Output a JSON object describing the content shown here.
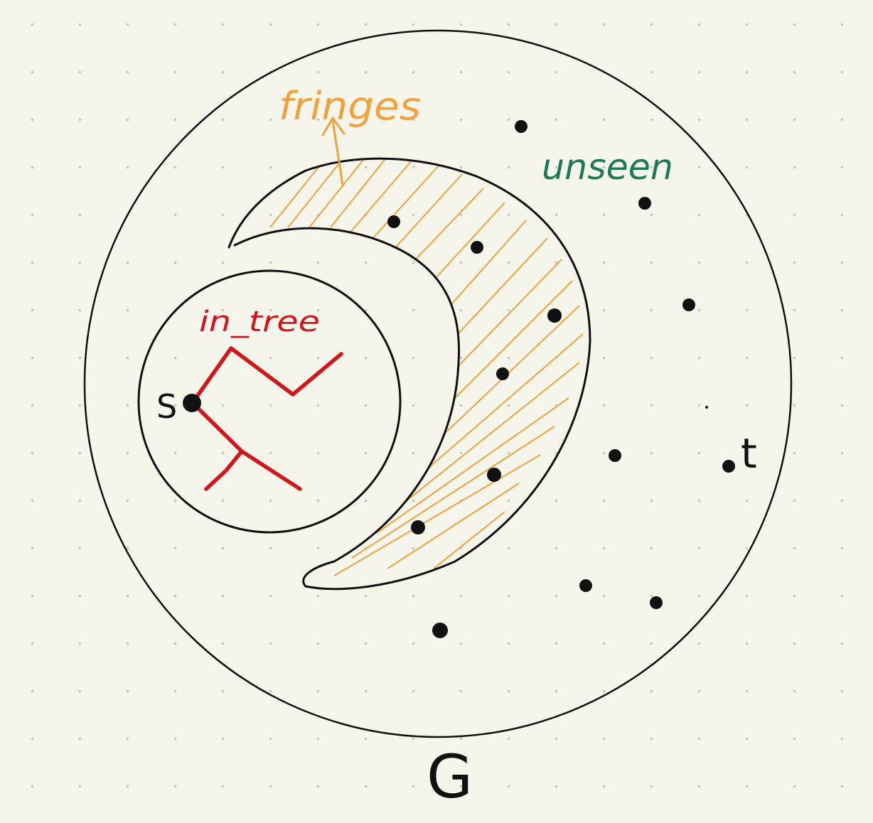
{
  "labels": {
    "fringes": "fringes",
    "unseen": "unseen",
    "in_tree": "in_tree",
    "source": "S",
    "target": "t",
    "graph": "G"
  },
  "colors": {
    "ink": "#111111",
    "in_tree": "#d2161c",
    "fringes": "#f0a23c",
    "unseen": "#1e7a55",
    "background": "#f6f5ec",
    "grid_dots": "#c9c8c0"
  }
}
